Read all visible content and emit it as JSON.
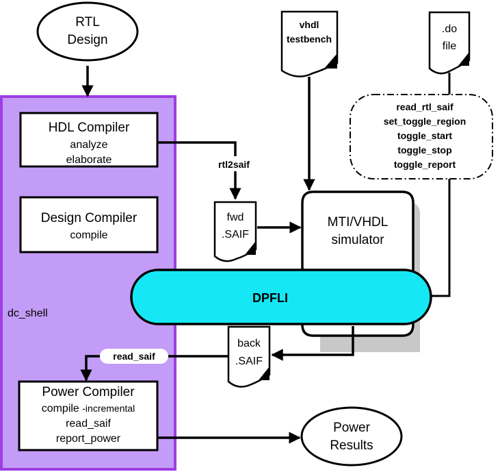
{
  "nodes": {
    "rtl_design": {
      "line1": "RTL",
      "line2": "Design"
    },
    "hdl_compiler": {
      "title": "HDL Compiler",
      "line1": "analyze",
      "line2": "elaborate"
    },
    "design_compiler": {
      "title": "Design Compiler",
      "line1": "compile"
    },
    "power_compiler": {
      "title": "Power Compiler",
      "line1a": "compile ",
      "line1b": "-incremental",
      "line2": "read_saif",
      "line3": "report_power"
    },
    "dc_shell": {
      "label": "dc_shell"
    },
    "vhdl_testbench": {
      "line1": "vhdl",
      "line2": "testbench"
    },
    "do_file": {
      "line1": ".do",
      "line2": "file"
    },
    "do_commands": [
      "read_rtl_saif",
      "set_toggle_region",
      "toggle_start",
      "toggle_stop",
      "toggle_report"
    ],
    "fwd_saif": {
      "line1": "fwd",
      "line2": ".SAIF"
    },
    "back_saif": {
      "line1": "back",
      "line2": ".SAIF"
    },
    "simulator": {
      "line1": "MTI/VHDL",
      "line2": "simulator"
    },
    "dpfli": {
      "label": "DPFLI"
    },
    "power_results": {
      "line1": "Power",
      "line2": "Results"
    }
  },
  "edges": {
    "rtl2saif": "rtl2saif",
    "read_saif": "read_saif"
  },
  "colors": {
    "dc_shell_fill": "#c39cf7",
    "dc_shell_border": "#9d3fe3",
    "dpfli_fill": "#15e8f4",
    "shadow": "#c8c8c8"
  }
}
